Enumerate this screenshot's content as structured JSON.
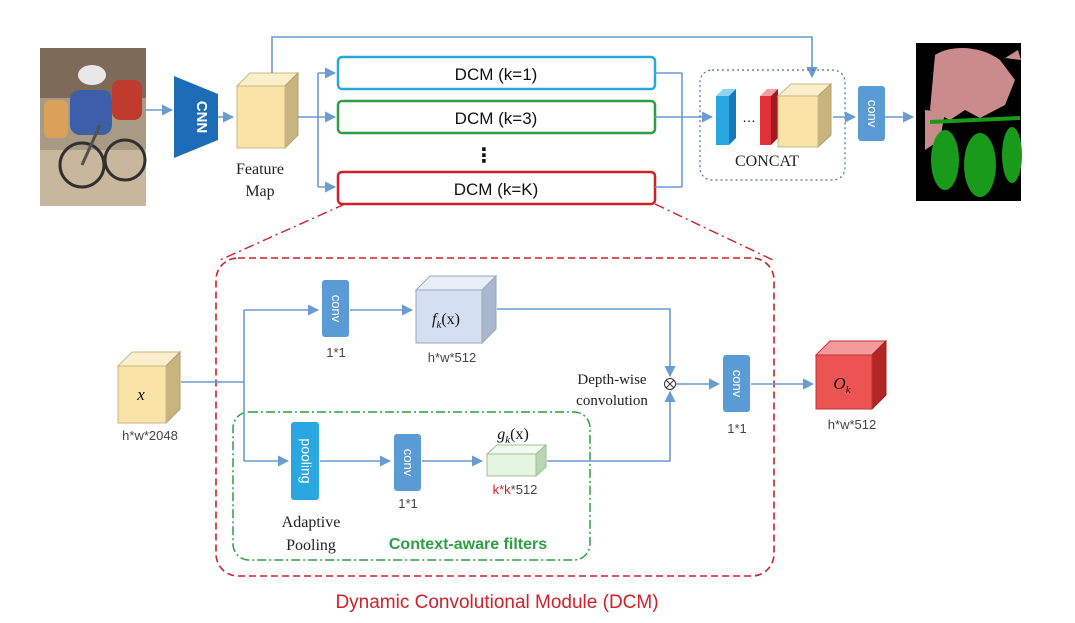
{
  "top": {
    "cnn_label": "CNN",
    "feature_map_label_line1": "Feature",
    "feature_map_label_line2": "Map",
    "dcm_k1": "DCM (k=1)",
    "dcm_k3": "DCM (k=3)",
    "dcm_kK": "DCM (k=K)",
    "vertical_ellipsis": "⋮",
    "concat_ellipsis": "…",
    "concat_label": "CONCAT",
    "conv_label": "conv"
  },
  "bottom": {
    "input_symbol": "x",
    "input_dims": "h*w*2048",
    "conv_top_label": "conv",
    "conv_top_size": "1*1",
    "fk_label": "f",
    "fk_sub": "k",
    "fk_arg": "(x)",
    "fk_dims": "h*w*512",
    "pooling_label": "pooling",
    "adaptive_line1": "Adaptive",
    "adaptive_line2": "Pooling",
    "conv_mid_label": "conv",
    "conv_mid_size": "1*1",
    "gk_label": "g",
    "gk_sub": "k",
    "gk_arg": "(x)",
    "gk_dims_k": "k*k",
    "gk_dims_rest": "*512",
    "context_label": "Context-aware filters",
    "depthwise_line1": "Depth-wise",
    "depthwise_line2": "convolution",
    "otimes": "⊗",
    "conv_right_label": "conv",
    "conv_right_size": "1*1",
    "output_symbol": "O",
    "output_sub": "k",
    "output_dims": "h*w*512"
  },
  "caption": "Dynamic Convolutional Module (DCM)",
  "colors": {
    "arrow": "#6a9bd1",
    "cnn": "#1e6bb8",
    "conv_block": "#5b9bd5",
    "dcm_k1": "#2aa7d9",
    "dcm_k3": "#2e9e45",
    "dcm_kK": "#d0202a",
    "dashed_red": "#d0202a",
    "dashed_green": "#2e9e45",
    "cube_yellow": "#f9e3a7",
    "cube_blue": "#d4e0f2",
    "cube_green": "#e4f6e0",
    "cube_red": "#ec5353"
  }
}
